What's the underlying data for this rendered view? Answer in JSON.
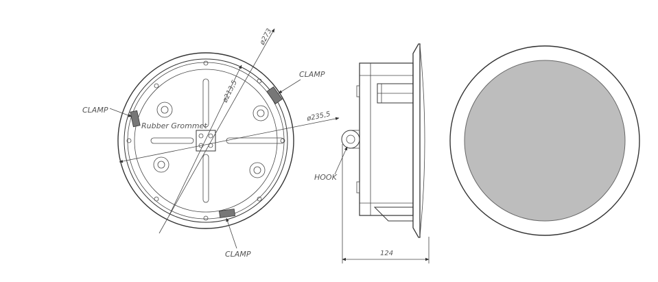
{
  "labels": {
    "clamp_top_right": "CLAMP",
    "clamp_left": "CLAMP",
    "clamp_bottom": "CLAMP",
    "rubber_grommet": "Rubber Grommet",
    "hook": "HOOK"
  },
  "dimensions": {
    "outer_diameter": "ø273",
    "inner_diameter": "ø213,5",
    "cutout_diameter": "ø235,5",
    "depth": "124"
  },
  "colors": {
    "line": "#333333",
    "grille": "#bdbdbd"
  }
}
